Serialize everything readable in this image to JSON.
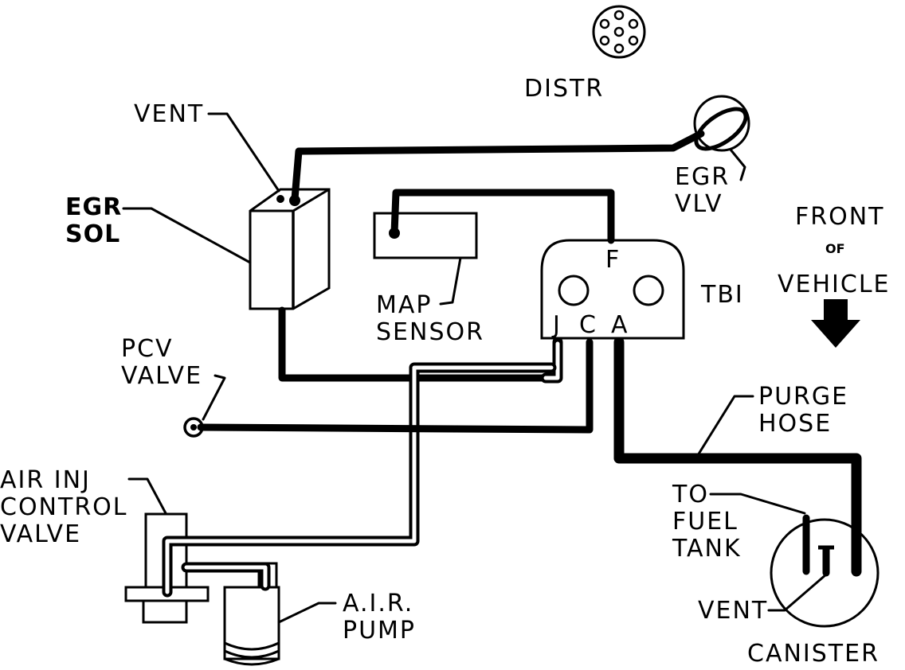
{
  "labels": {
    "distr": "DISTR",
    "vent_top": "VENT",
    "egr_sol_line1": "EGR",
    "egr_sol_line2": "SOL",
    "egr_vlv_line1": "EGR",
    "egr_vlv_line2": "VLV",
    "front_line1": "FRONT",
    "front_line2": "OF",
    "front_line3": "VEHICLE",
    "map_line1": "MAP",
    "map_line2": "SENSOR",
    "tbi": "TBI",
    "port_f": "F",
    "port_j": "J",
    "port_c": "C",
    "port_a": "A",
    "pcv_line1": "PCV",
    "pcv_line2": "VALVE",
    "purge_line1": "PURGE",
    "purge_line2": "HOSE",
    "air_inj_line1": "AIR INJ",
    "air_inj_line2": "CONTROL",
    "air_inj_line3": "VALVE",
    "to_fuel_line1": "TO",
    "to_fuel_line2": "FUEL",
    "to_fuel_line3": "TANK",
    "air_pump_line1": "A.I.R.",
    "air_pump_line2": "PUMP",
    "vent_bottom": "VENT",
    "canister": "CANISTER"
  }
}
